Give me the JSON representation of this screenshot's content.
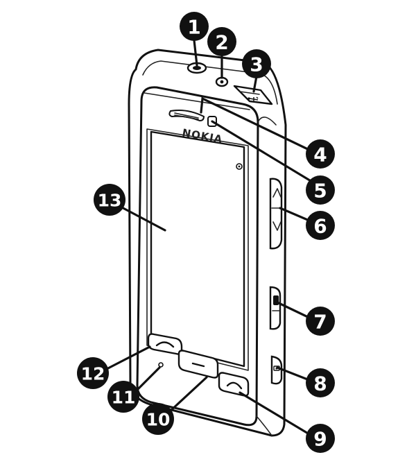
{
  "brand": "NOKIA",
  "callouts": [
    "1",
    "2",
    "3",
    "4",
    "5",
    "6",
    "7",
    "8",
    "9",
    "10",
    "11",
    "12",
    "13"
  ],
  "icons": {
    "usb": "usb-icon",
    "call": "call-key-icon",
    "end": "end-key-icon",
    "menu": "menu-key-icon",
    "camera_mode": "camera-icon"
  }
}
